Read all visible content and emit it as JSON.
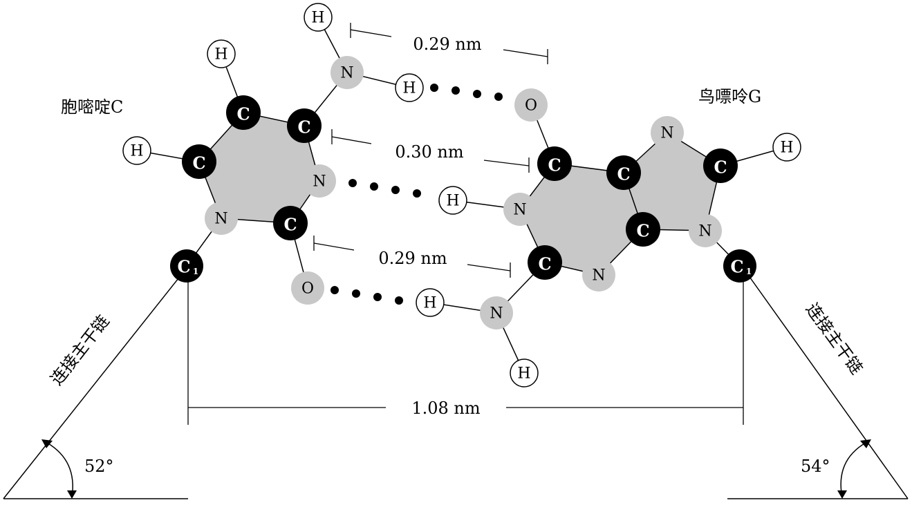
{
  "labels": {
    "cytosine": "胞嘧啶C",
    "guanine": "鸟嘌呤G",
    "backbone_left": "连接主干链",
    "backbone_right": "连接主干链",
    "dist_top": "0.29 nm",
    "dist_mid": "0.30 nm",
    "dist_bottom": "0.29 nm",
    "dist_c1": "1.08 nm",
    "angle_left": "52°",
    "angle_right": "54°"
  },
  "atom_symbols": {
    "carbon": "C",
    "nitrogen": "N",
    "oxygen": "O",
    "hydrogen": "H",
    "c1_base": "C",
    "c1_sub": "1"
  }
}
